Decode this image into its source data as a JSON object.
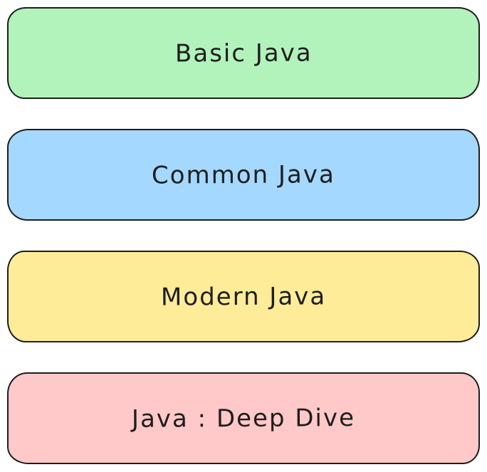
{
  "page": {
    "background": "#ffffff",
    "stroke_color": "#1e1e1e",
    "text_color": "#1e1e1e"
  },
  "diagram": {
    "type": "stacked-topic-blocks",
    "boxes": [
      {
        "label": "Basic Java",
        "fill": "#b2f2bb"
      },
      {
        "label": "Common Java",
        "fill": "#a5d8ff"
      },
      {
        "label": "Modern Java",
        "fill": "#ffec99"
      },
      {
        "label": "Java : Deep Dive",
        "fill": "#ffc9c9"
      }
    ]
  }
}
